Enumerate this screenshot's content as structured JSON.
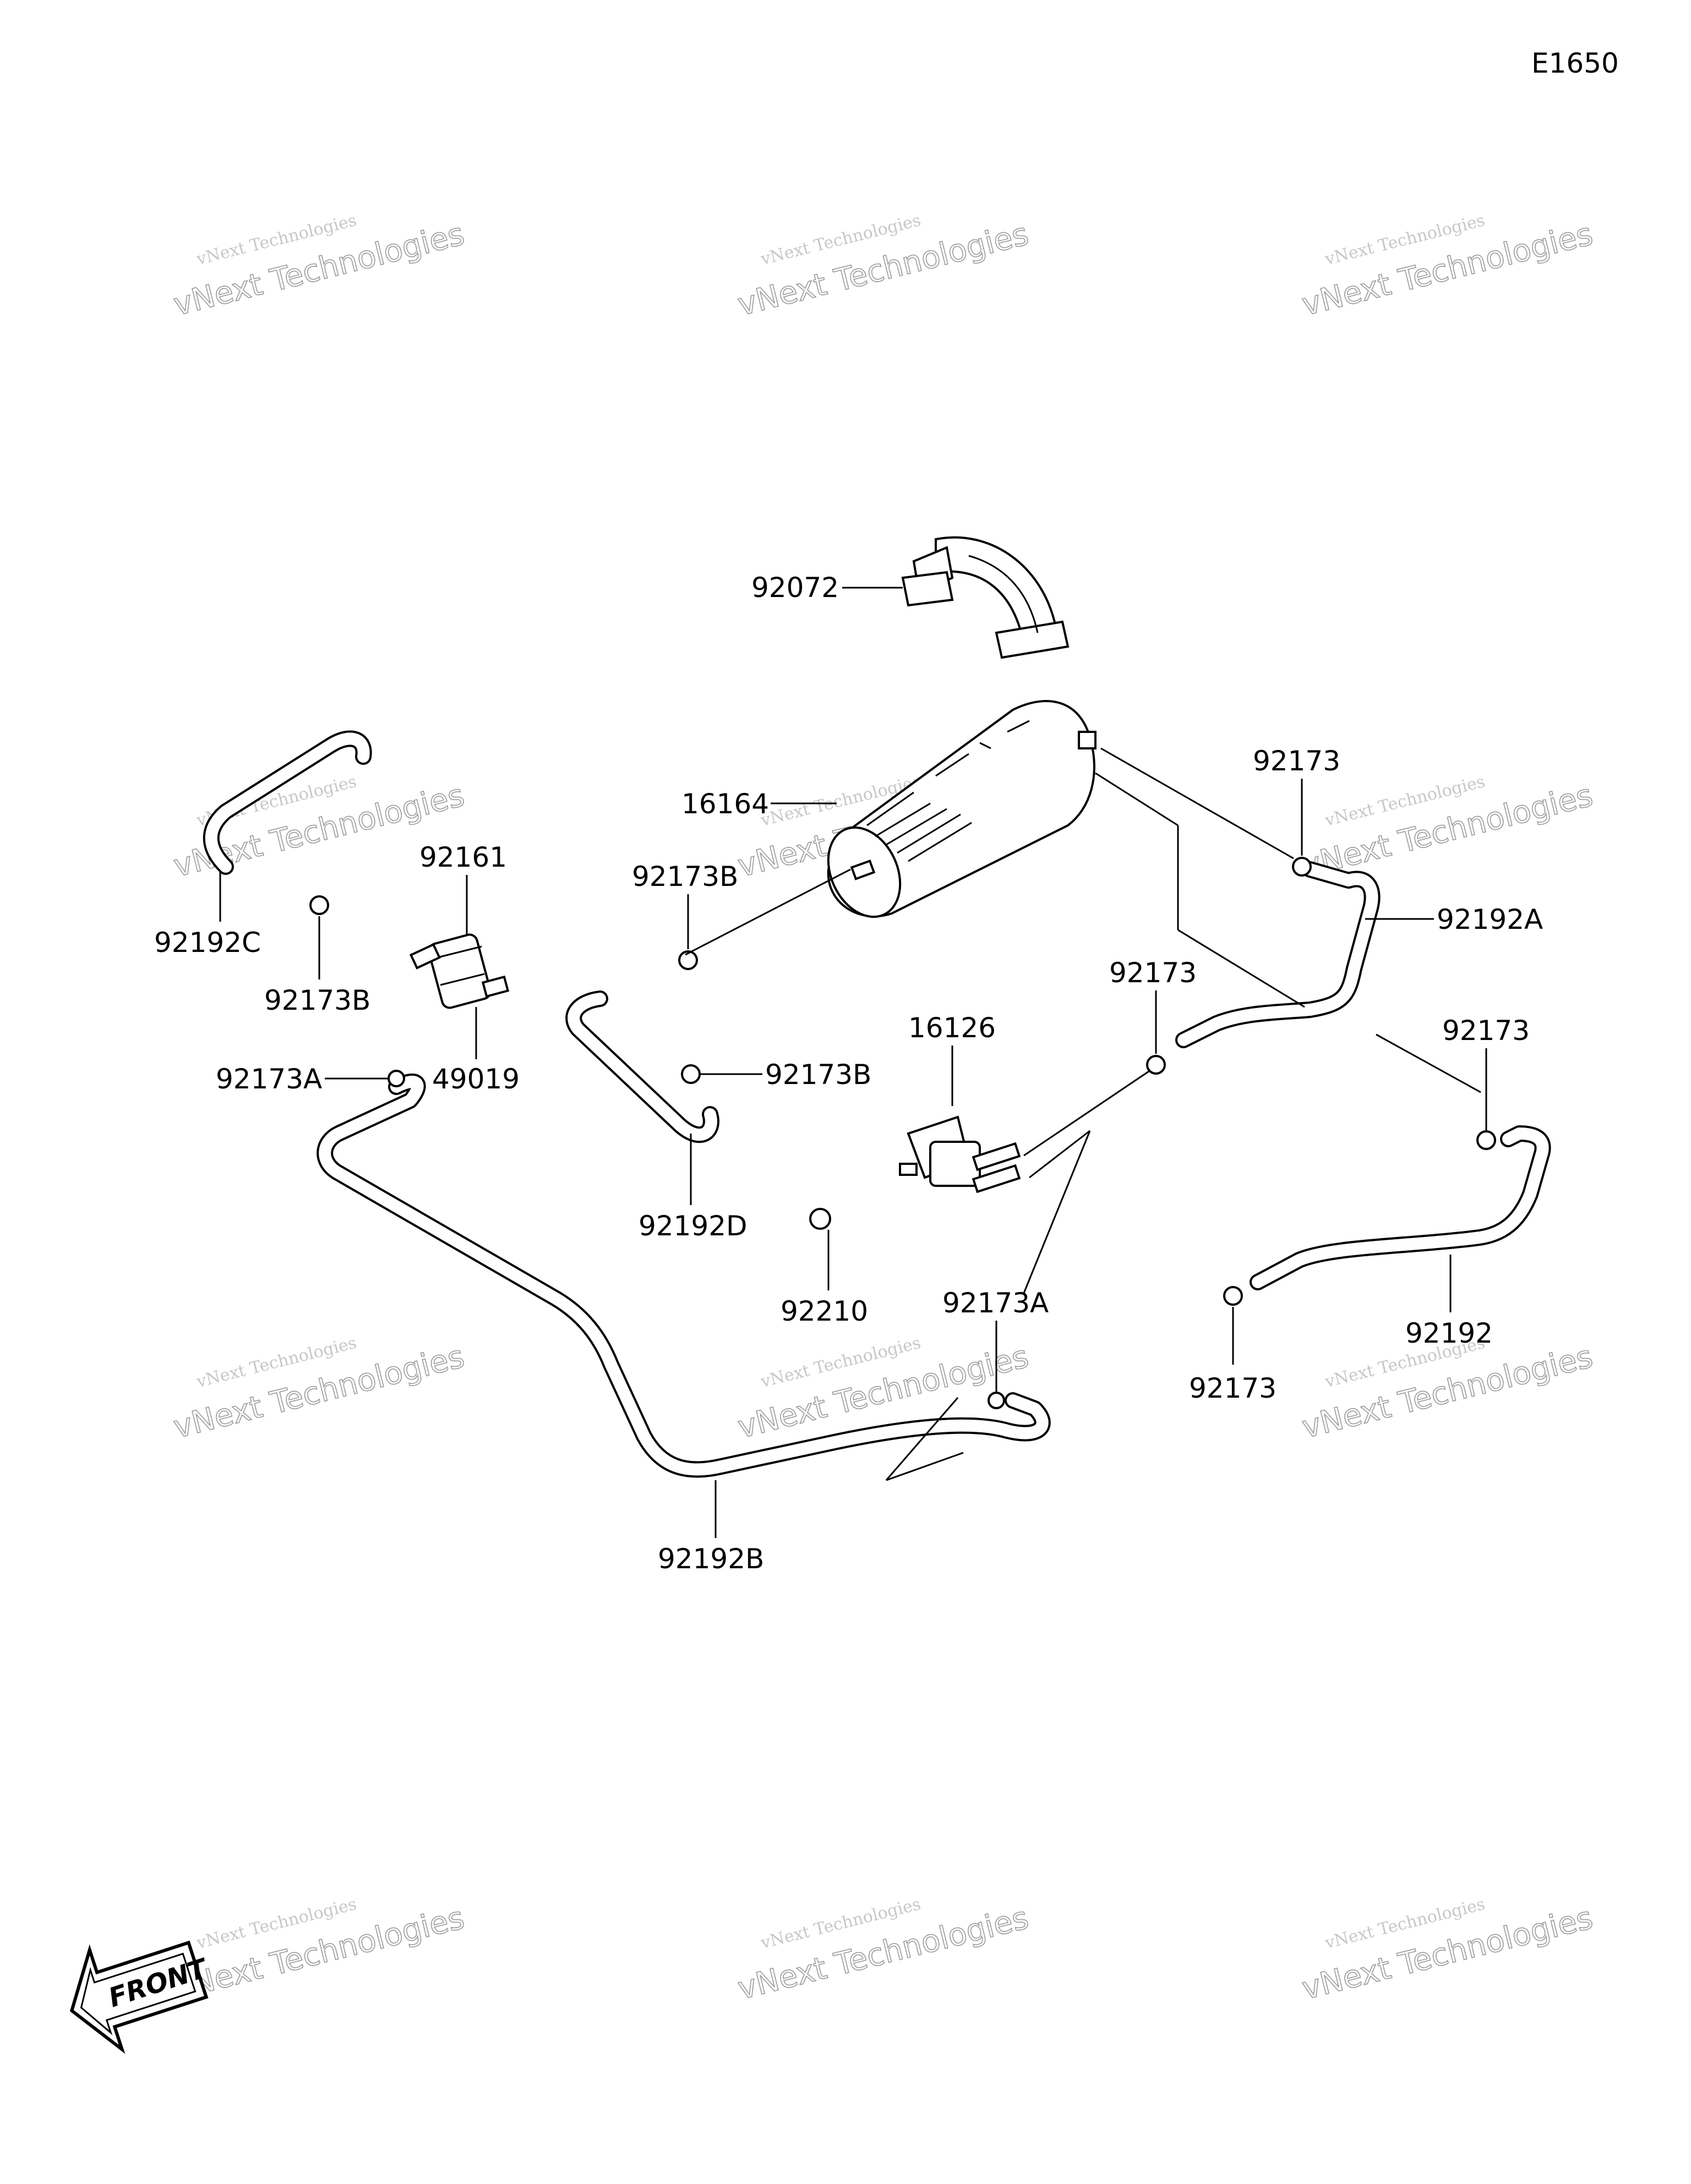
{
  "diagram_code": "E1650",
  "front_label": "FRONT",
  "watermark": {
    "line1": "vNext Technologies",
    "line2": "vNext Technologies"
  },
  "parts": [
    {
      "id": "p-92072",
      "number": "92072"
    },
    {
      "id": "p-16164",
      "number": "16164"
    },
    {
      "id": "p-92173-top",
      "number": "92173"
    },
    {
      "id": "p-92192A",
      "number": "92192A"
    },
    {
      "id": "p-92192C",
      "number": "92192C"
    },
    {
      "id": "p-92161",
      "number": "92161"
    },
    {
      "id": "p-92173B-1",
      "number": "92173B"
    },
    {
      "id": "p-92173B-2",
      "number": "92173B"
    },
    {
      "id": "p-92173-mid",
      "number": "92173"
    },
    {
      "id": "p-92173-right",
      "number": "92173"
    },
    {
      "id": "p-16126",
      "number": "16126"
    },
    {
      "id": "p-92173A-1",
      "number": "92173A"
    },
    {
      "id": "p-49019",
      "number": "49019"
    },
    {
      "id": "p-92173B-3",
      "number": "92173B"
    },
    {
      "id": "p-92192D",
      "number": "92192D"
    },
    {
      "id": "p-92210",
      "number": "92210"
    },
    {
      "id": "p-92173A-2",
      "number": "92173A"
    },
    {
      "id": "p-92192",
      "number": "92192"
    },
    {
      "id": "p-92173-low",
      "number": "92173"
    },
    {
      "id": "p-92192B",
      "number": "92192B"
    }
  ]
}
